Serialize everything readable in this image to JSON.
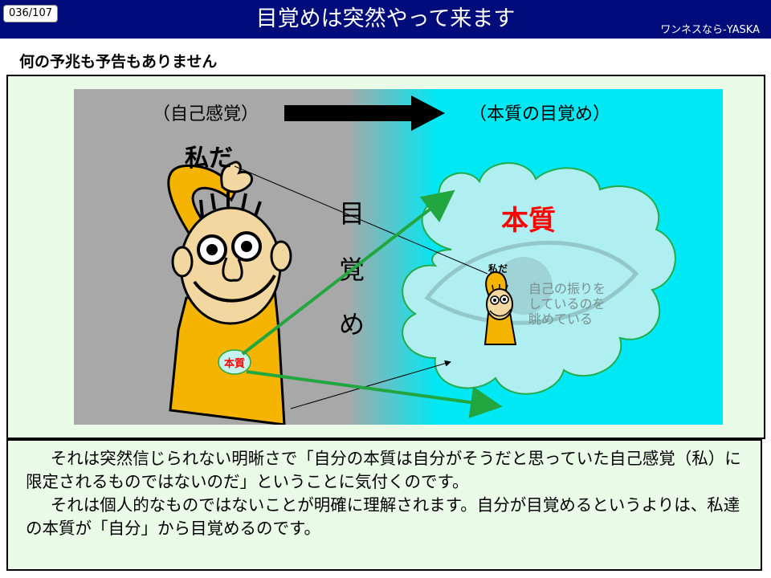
{
  "header": {
    "page_number": "036/107",
    "title": "目覚めは突然やって来ます",
    "brand": "ワンネスなら-YASKA"
  },
  "subtitle": "何の予兆も予告もありません",
  "diagram": {
    "left_label": "（自己感覚）",
    "right_label": "（本質の目覚め）",
    "watashi_label": "私だ",
    "awakening_chars": [
      "目",
      "覚",
      "め"
    ],
    "essence_label": "本質",
    "small_essence_label": "本質",
    "small_watashi_label": "私だ",
    "observing_lines": [
      "自己の振りを",
      "しているのを",
      "眺めている"
    ],
    "colors": {
      "left_bg": "#a8a8a8",
      "right_bg": "#00e8f4",
      "figure_body": "#f4b400",
      "arrow_green": "#22a640",
      "essence_red": "#ff0000",
      "cloud_fill": "#b9f0f2"
    }
  },
  "text": {
    "paragraph1": "それは突然信じられない明晰さで「自分の本質は自分がそうだと思っていた自己感覚（私）に限定されるものではないのだ」ということに気付くのです。",
    "paragraph2": "それは個人的なものではないことが明確に理解されます。自分が目覚めるというよりは、私達の本質が「自分」から目覚めるのです。"
  }
}
